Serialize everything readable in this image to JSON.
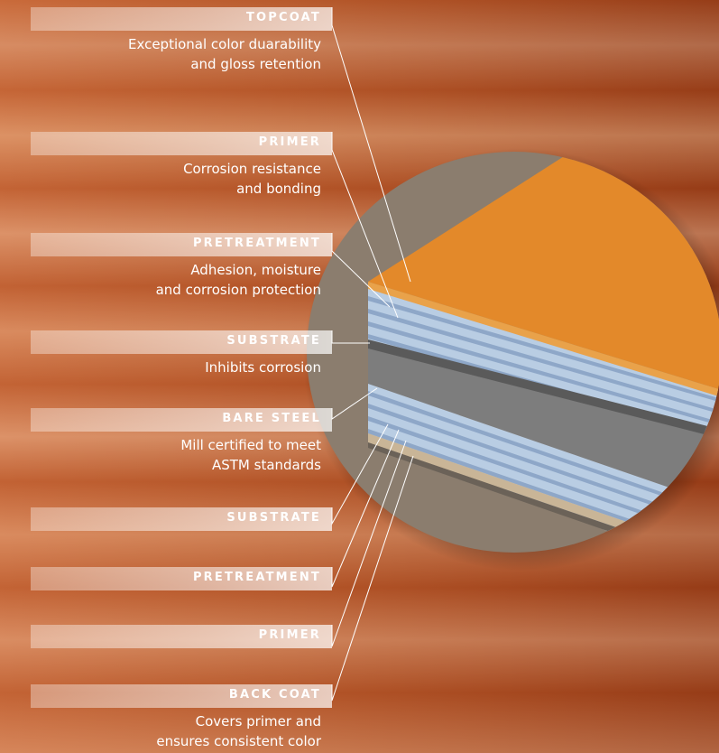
{
  "layers": [
    {
      "label": "TOPCOAT",
      "description_lines": [
        "Exceptional color duarability",
        "and gloss retention"
      ]
    },
    {
      "label": "PRIMER",
      "description_lines": [
        "Corrosion resistance",
        "and bonding"
      ]
    },
    {
      "label": "PRETREATMENT",
      "description_lines": [
        "Adhesion, moisture",
        "and corrosion protection"
      ]
    },
    {
      "label": "SUBSTRATE",
      "description_lines": [
        "Inhibits corrosion"
      ]
    },
    {
      "label": "BARE STEEL",
      "description_lines": [
        "Mill certified to meet",
        "ASTM standards"
      ]
    },
    {
      "label": "SUBSTRATE",
      "description_lines": []
    },
    {
      "label": "PRETREATMENT",
      "description_lines": []
    },
    {
      "label": "PRIMER",
      "description_lines": []
    },
    {
      "label": "BACK COAT",
      "description_lines": [
        "Covers primer and",
        "ensures consistent color"
      ]
    }
  ],
  "colors": {
    "topcoat": "#e3892a",
    "topcoat_edge": "#e9a24a",
    "light_stripe": "#b9cde3",
    "blue_stripe": "#8ea7c8",
    "steel": "#7d7d7d",
    "steel_dark": "#5a5a5a",
    "backcoat": "#c9b597",
    "disc": "#8b7d6e"
  }
}
